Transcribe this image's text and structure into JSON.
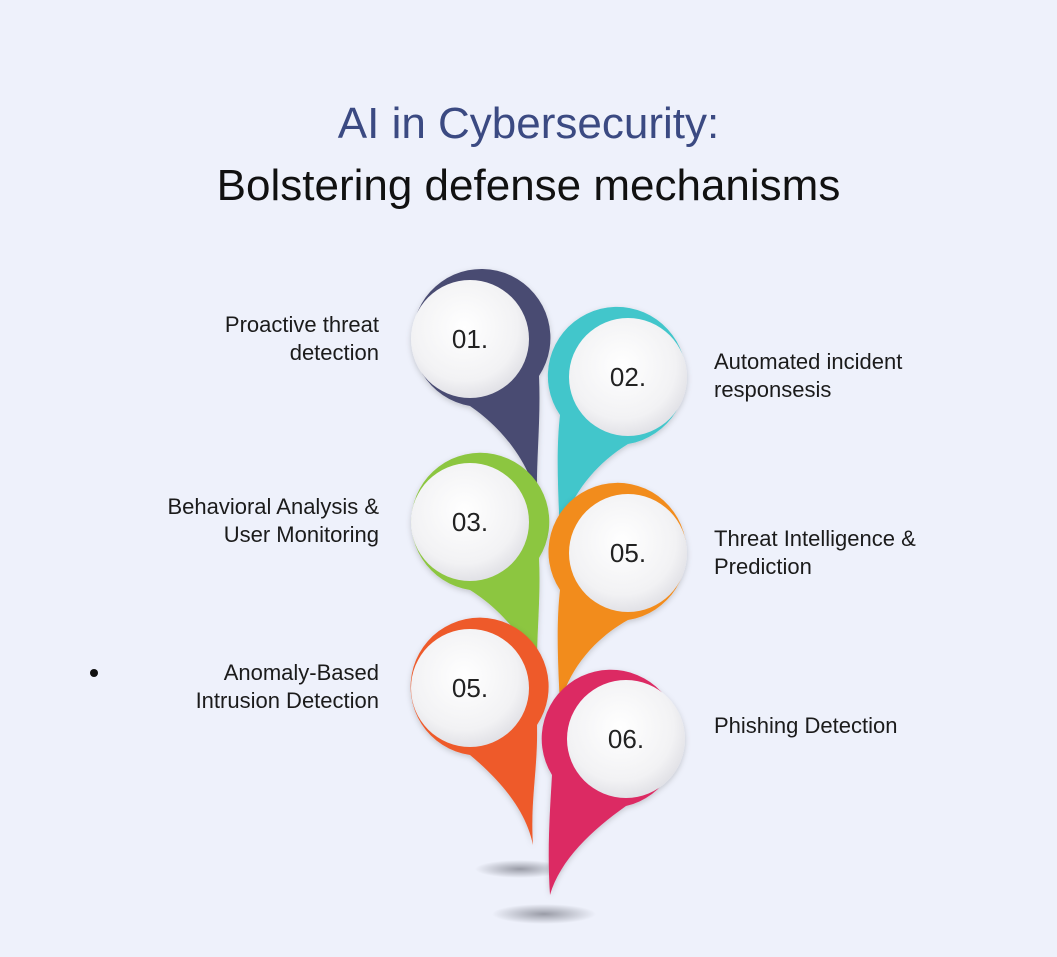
{
  "title": {
    "line1": "AI in Cybersecurity:",
    "line2": "Bolstering defense mechanisms"
  },
  "items": [
    {
      "number": "01.",
      "line1": "Proactive threat",
      "line2": "detection",
      "color": "#4a4c72"
    },
    {
      "number": "02.",
      "line1": "Automated incident",
      "line2": "responsesis",
      "color": "#42c6cb"
    },
    {
      "number": "03.",
      "line1": "Behavioral Analysis &",
      "line2": "User Monitoring",
      "color": "#8cc63f"
    },
    {
      "number": "05.",
      "line1": "Threat Intelligence &",
      "line2": "Prediction",
      "color": "#f28c1e"
    },
    {
      "number": "05.",
      "line1": "Anomaly-Based",
      "line2": "Intrusion Detection",
      "color": "#ee5a2a"
    },
    {
      "number": "06.",
      "line1": "Phishing Detection",
      "line2": "",
      "color": "#dc2a64"
    }
  ]
}
